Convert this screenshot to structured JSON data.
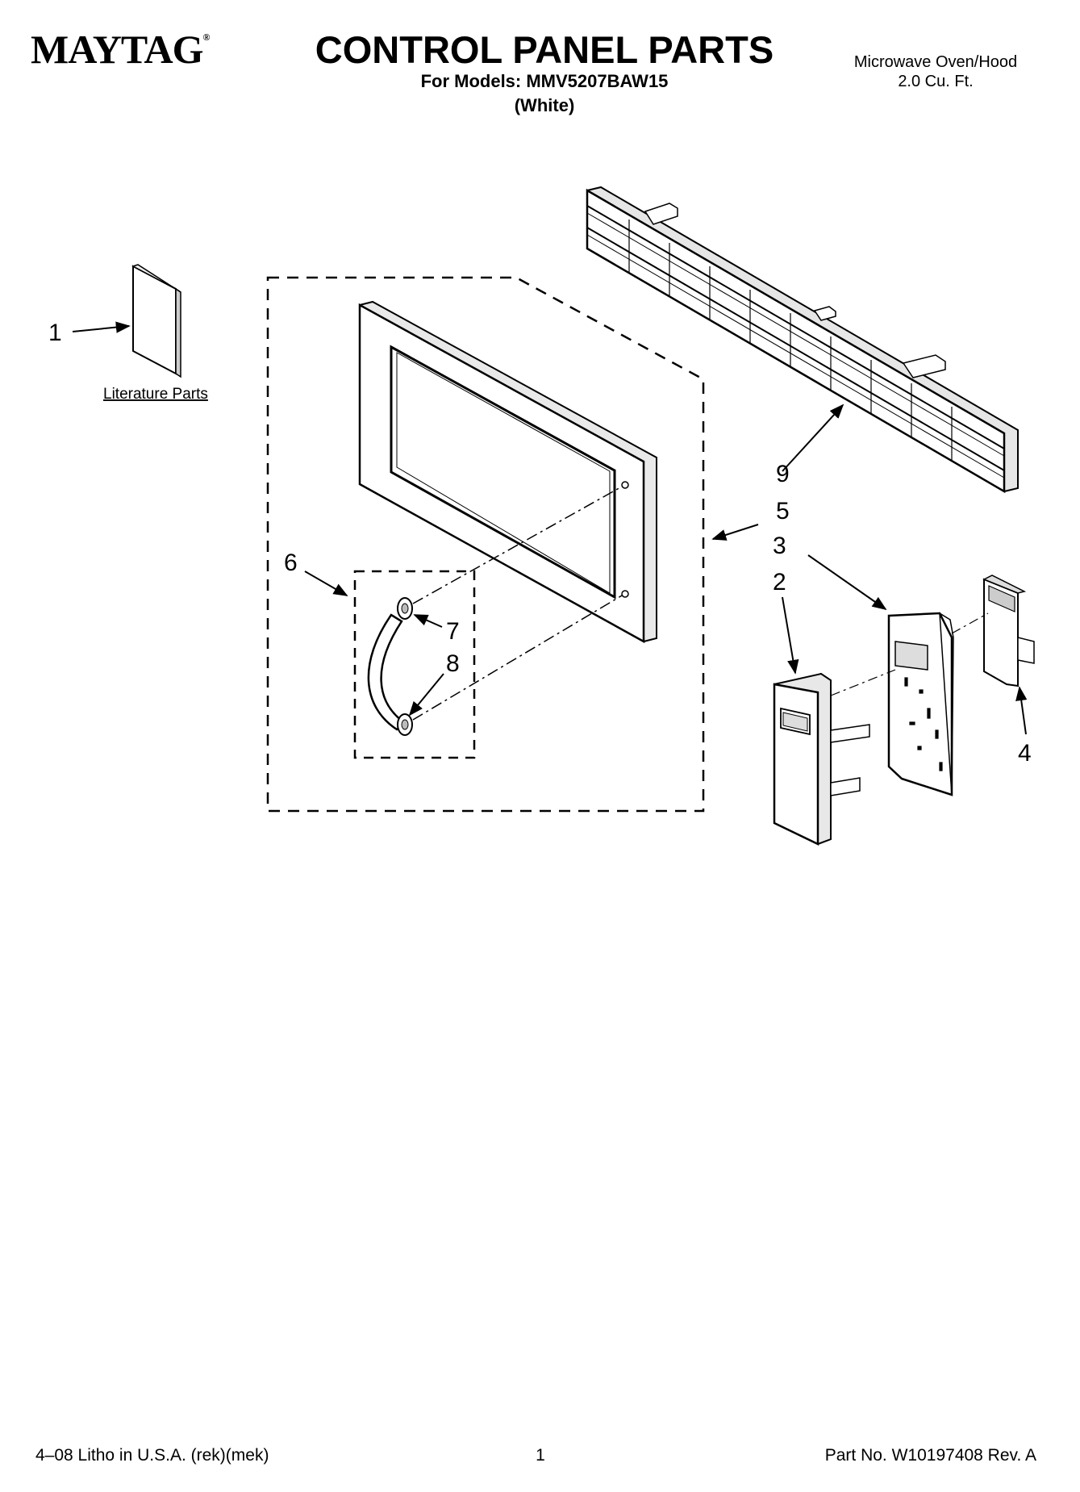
{
  "header": {
    "brand": "MAYTAG",
    "brand_mark": "®",
    "title": "CONTROL PANEL PARTS",
    "models": "For Models: MMV5207BAW15",
    "variant": "(White)",
    "product": "Microwave Oven/Hood",
    "capacity": "2.0 Cu. Ft."
  },
  "diagram": {
    "callouts": [
      "1",
      "2",
      "3",
      "4",
      "5",
      "6",
      "7",
      "8",
      "9"
    ],
    "literature_label": "Literature Parts"
  },
  "footer": {
    "litho": "4–08 Litho in U.S.A. (rek)(mek)",
    "page": "1",
    "part_no": "Part No. W10197408 Rev. A"
  }
}
